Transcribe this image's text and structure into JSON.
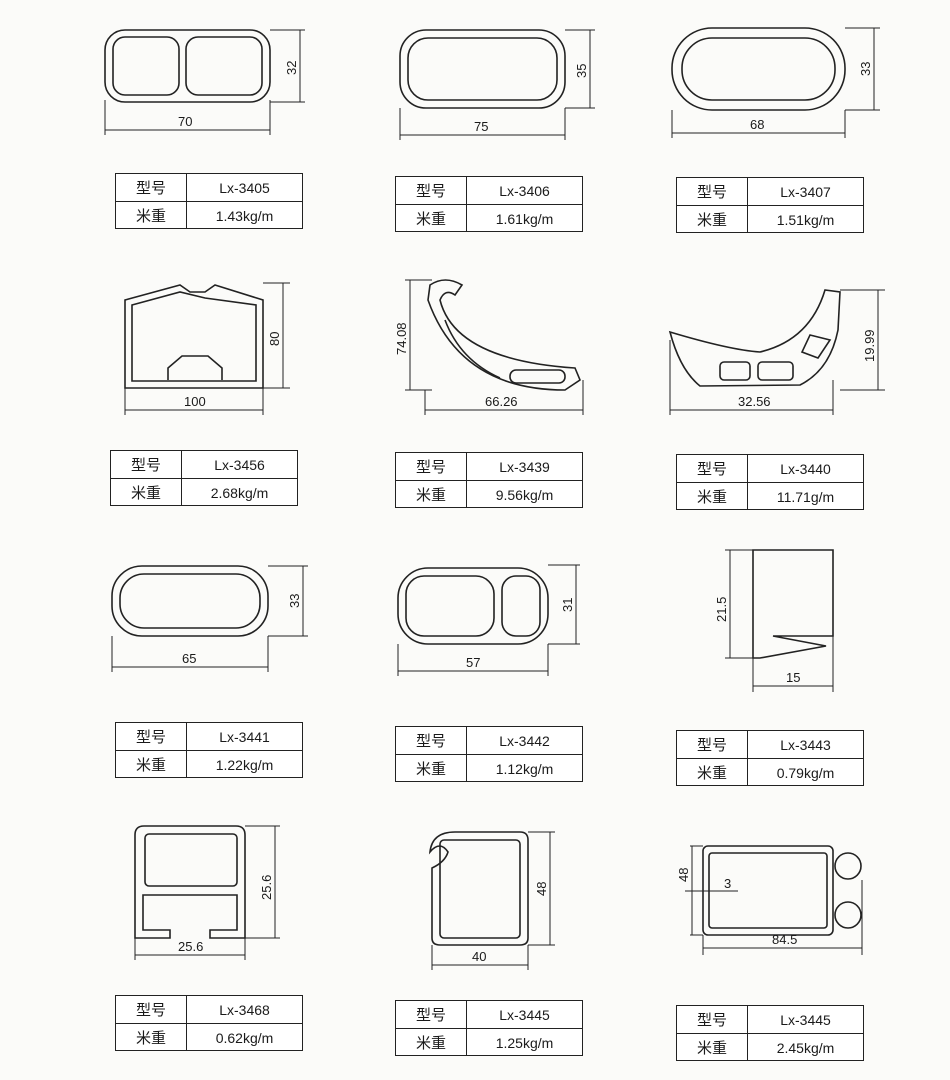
{
  "labels": {
    "model": "型号",
    "weight": "米重"
  },
  "items": [
    {
      "model": "Lx-3405",
      "weight": "1.43kg/m",
      "dims": [
        "32",
        "70"
      ]
    },
    {
      "model": "Lx-3406",
      "weight": "1.61kg/m",
      "dims": [
        "35",
        "75"
      ]
    },
    {
      "model": "Lx-3407",
      "weight": "1.51kg/m",
      "dims": [
        "33",
        "68"
      ]
    },
    {
      "model": "Lx-3456",
      "weight": "2.68kg/m",
      "dims": [
        "80",
        "100"
      ]
    },
    {
      "model": "Lx-3439",
      "weight": "9.56kg/m",
      "dims": [
        "74.08",
        "66.26"
      ]
    },
    {
      "model": "Lx-3440",
      "weight": "11.71g/m",
      "dims": [
        "19.99",
        "32.56"
      ]
    },
    {
      "model": "Lx-3441",
      "weight": "1.22kg/m",
      "dims": [
        "33",
        "65"
      ]
    },
    {
      "model": "Lx-3442",
      "weight": "1.12kg/m",
      "dims": [
        "31",
        "57"
      ]
    },
    {
      "model": "Lx-3443",
      "weight": "0.79kg/m",
      "dims": [
        "21.5",
        "15"
      ]
    },
    {
      "model": "Lx-3468",
      "weight": "0.62kg/m",
      "dims": [
        "25.6",
        "25.6"
      ]
    },
    {
      "model": "Lx-3445",
      "weight": "1.25kg/m",
      "dims": [
        "48",
        "40"
      ]
    },
    {
      "model": "Lx-3445",
      "weight": "2.45kg/m",
      "dims": [
        "48",
        "84.5",
        "3"
      ]
    }
  ]
}
